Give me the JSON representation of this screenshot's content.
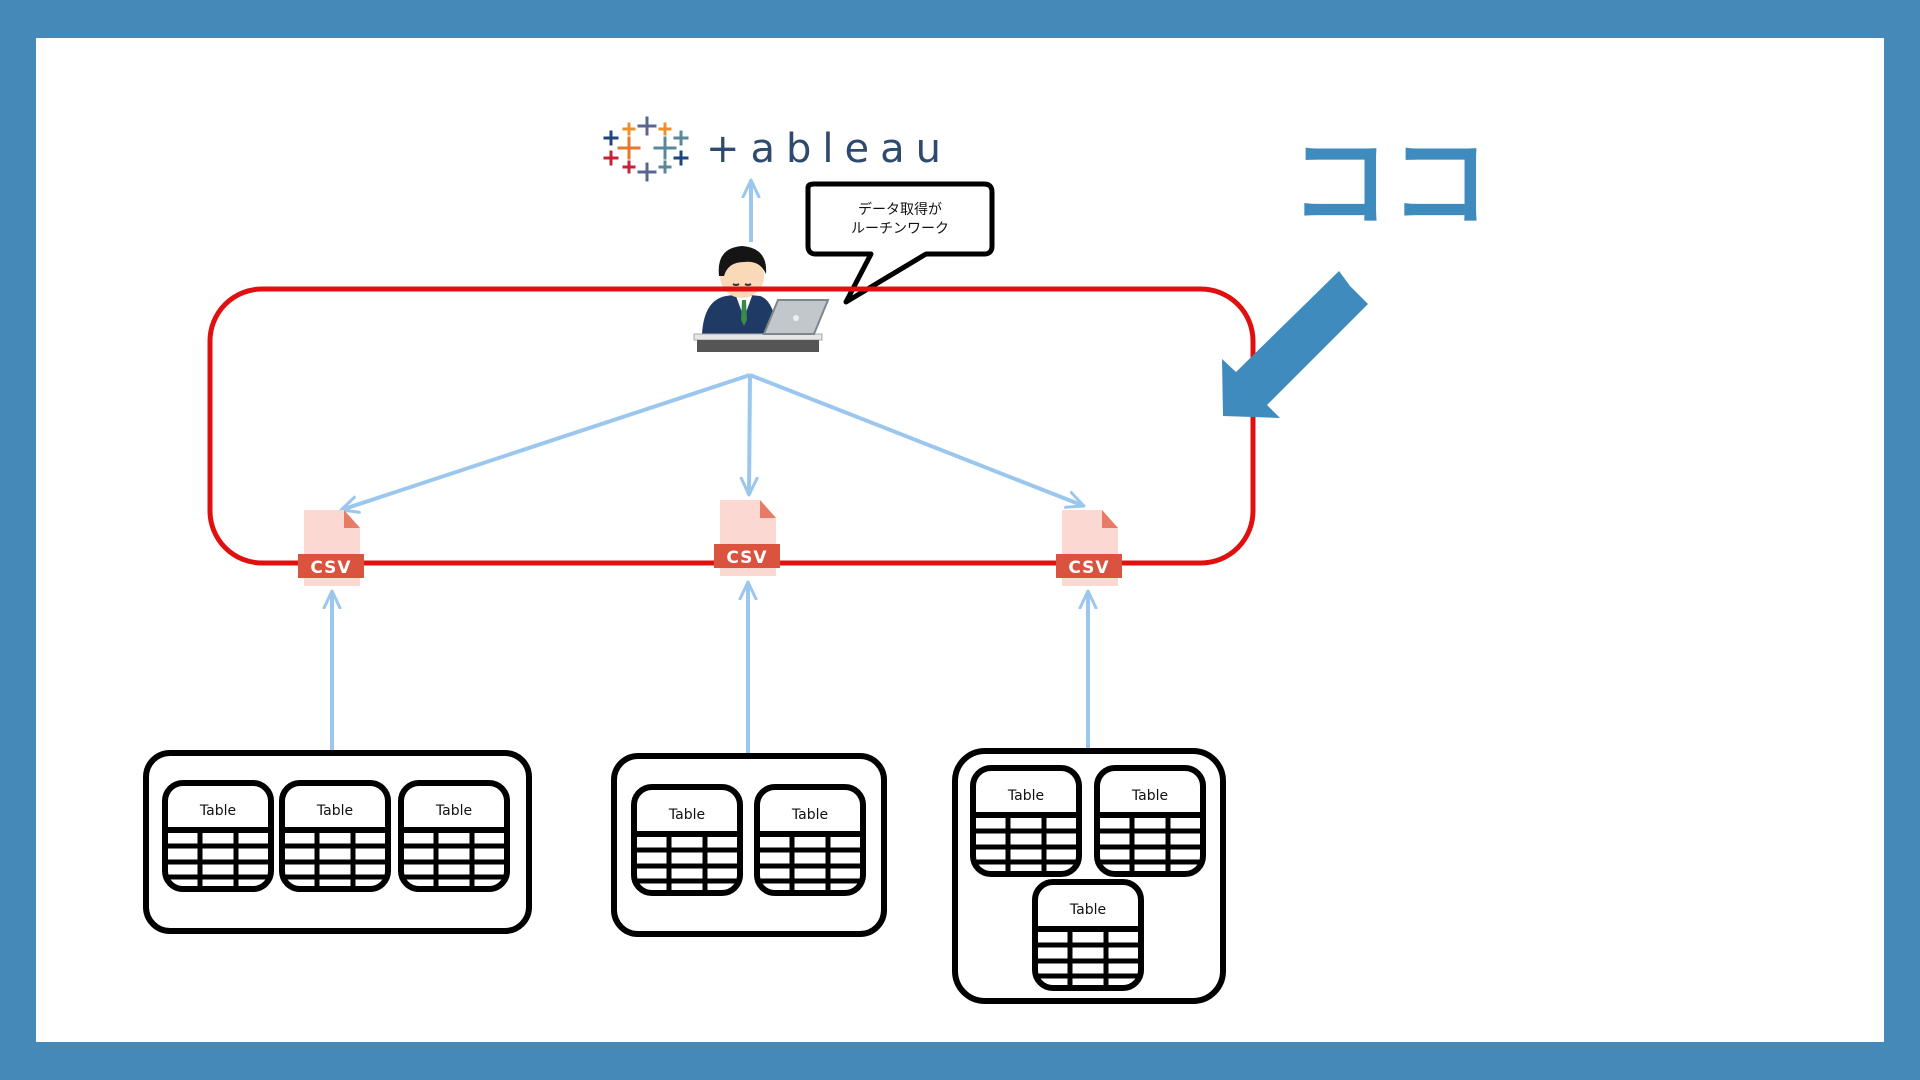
{
  "logo": {
    "brand_text": "+ableau"
  },
  "speech_bubble": {
    "line1": "データ取得が",
    "line2": "ルーチンワーク"
  },
  "callout": {
    "text": "ココ",
    "color": "#3f8bbd"
  },
  "highlight": {
    "color": "#e01010"
  },
  "arrows": {
    "color": "#9bc7ef"
  },
  "csv_files": [
    {
      "label": "CSV"
    },
    {
      "label": "CSV"
    },
    {
      "label": "CSV"
    }
  ],
  "databases": [
    {
      "tables": [
        "Table",
        "Table",
        "Table"
      ]
    },
    {
      "tables": [
        "Table",
        "Table"
      ]
    },
    {
      "tables": [
        "Table",
        "Table",
        "Table"
      ]
    }
  ],
  "frame_color": "#4489b7"
}
